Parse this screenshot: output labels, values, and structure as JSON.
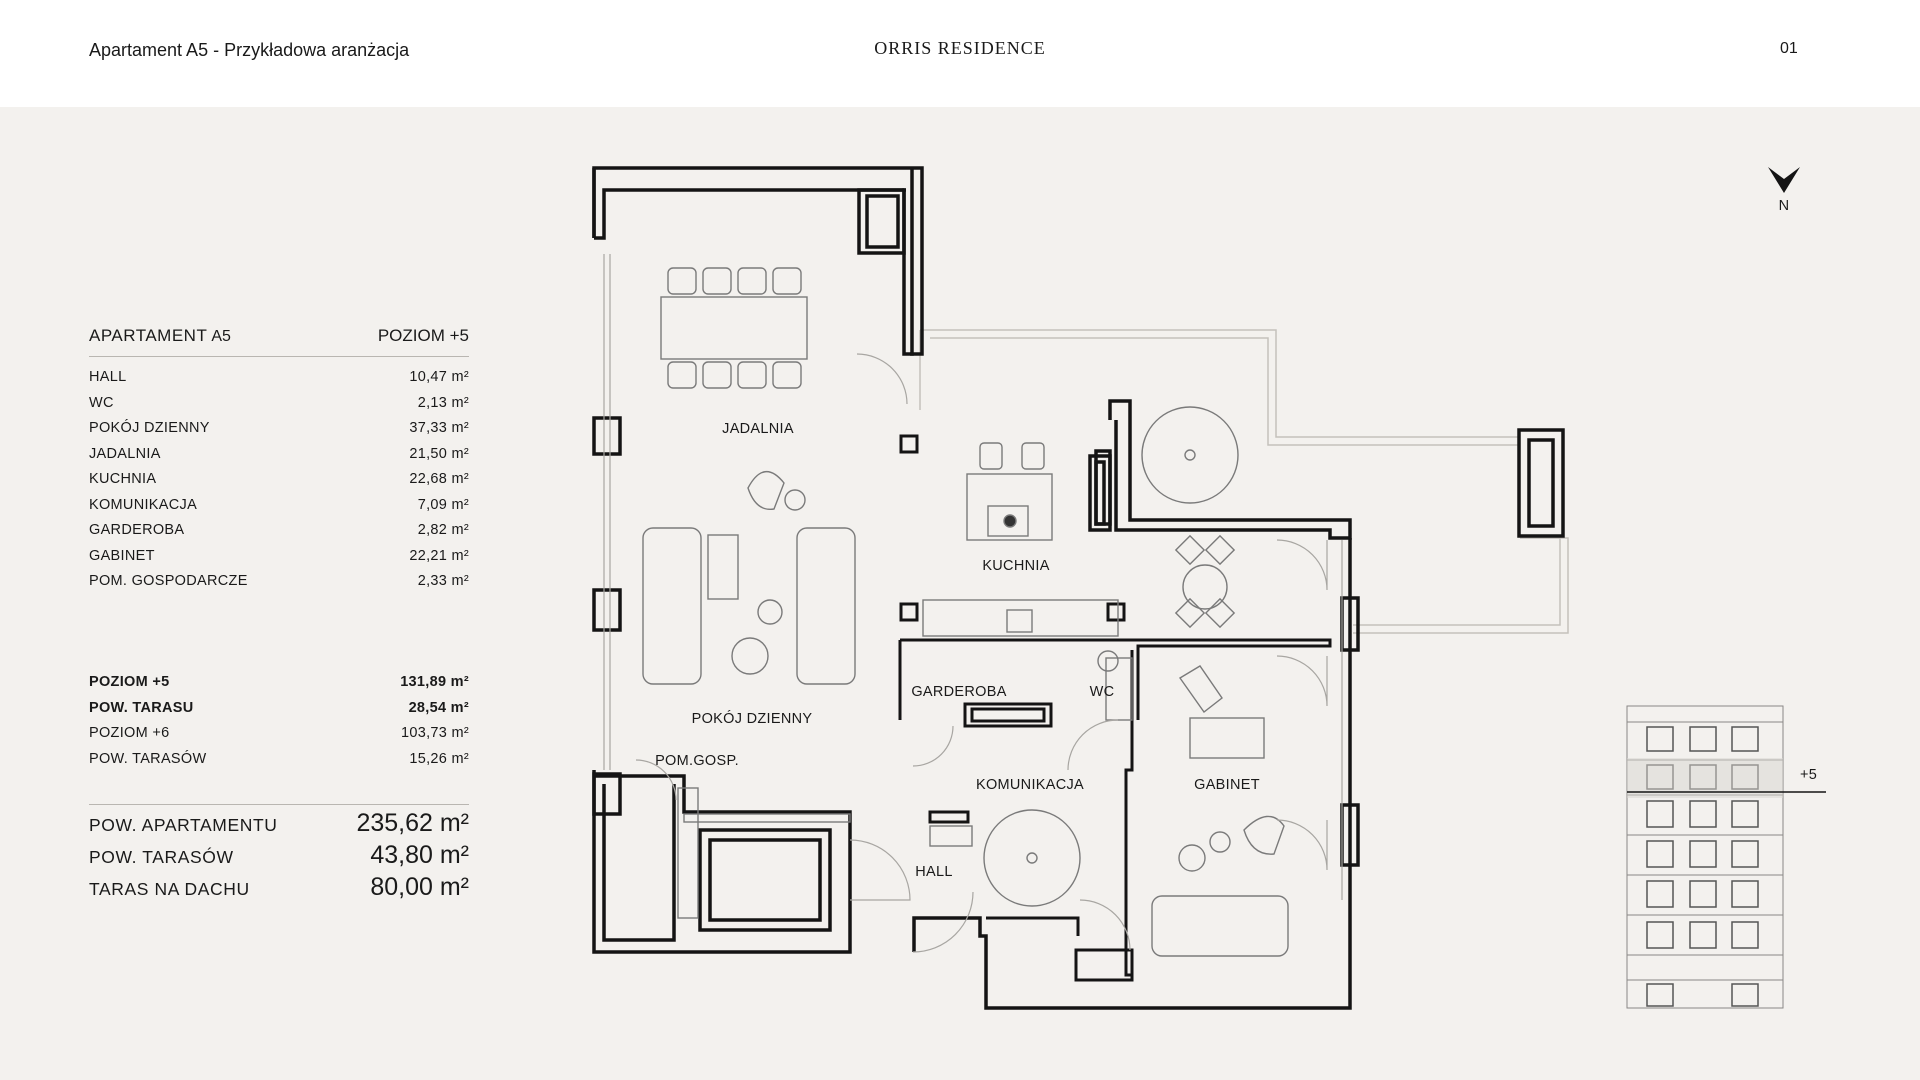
{
  "header": {
    "title": "Apartament A5 - Przykładowa aranżacja",
    "brand": "ORRIS RESIDENCE",
    "page_number": "01"
  },
  "panel": {
    "heading_label": "APARTAMENT",
    "heading_unit": "A5",
    "level_label": "POZIOM +5",
    "rooms": [
      {
        "name": "HALL",
        "area": "10,47 m²"
      },
      {
        "name": "WC",
        "area": "2,13 m²"
      },
      {
        "name": "POKÓJ DZIENNY",
        "area": "37,33 m²"
      },
      {
        "name": "JADALNIA",
        "area": "21,50 m²"
      },
      {
        "name": "KUCHNIA",
        "area": "22,68 m²"
      },
      {
        "name": "KOMUNIKACJA",
        "area": "7,09 m²"
      },
      {
        "name": "GARDEROBA",
        "area": "2,82 m²"
      },
      {
        "name": "GABINET",
        "area": "22,21 m²"
      },
      {
        "name": "POM. GOSPODARCZE",
        "area": "2,33 m²"
      }
    ],
    "levels": [
      {
        "name": "POZIOM +5",
        "area": "131,89 m²",
        "bold": true
      },
      {
        "name": "POW. TARASU",
        "area": "28,54 m²",
        "bold": true
      },
      {
        "name": "POZIOM +6",
        "area": "103,73 m²",
        "bold": false
      },
      {
        "name": "POW. TARASÓW",
        "area": "15,26 m²",
        "bold": false
      }
    ],
    "totals": [
      {
        "name": "POW. APARTAMENTU",
        "area": "235,62 m²"
      },
      {
        "name": "POW. TARASÓW",
        "area": "43,80 m²"
      },
      {
        "name": "TARAS NA DACHU",
        "area": "80,00 m²"
      }
    ]
  },
  "plan": {
    "room_labels": {
      "jadalnia": "JADALNIA",
      "kuchnia": "KUCHNIA",
      "pokoj": "POKÓJ DZIENNY",
      "garderoba": "GARDEROBA",
      "wc": "WC",
      "pomgosp": "POM.GOSP.",
      "komunikacja": "KOMUNIKACJA",
      "gabinet": "GABINET",
      "hall": "HALL"
    },
    "north_label": "N",
    "elevation_level": "+5"
  },
  "colors": {
    "wall": "#141414",
    "furniture": "#6e6e6e",
    "terrace": "#c4c1bc",
    "background": "#f3f1ee"
  }
}
